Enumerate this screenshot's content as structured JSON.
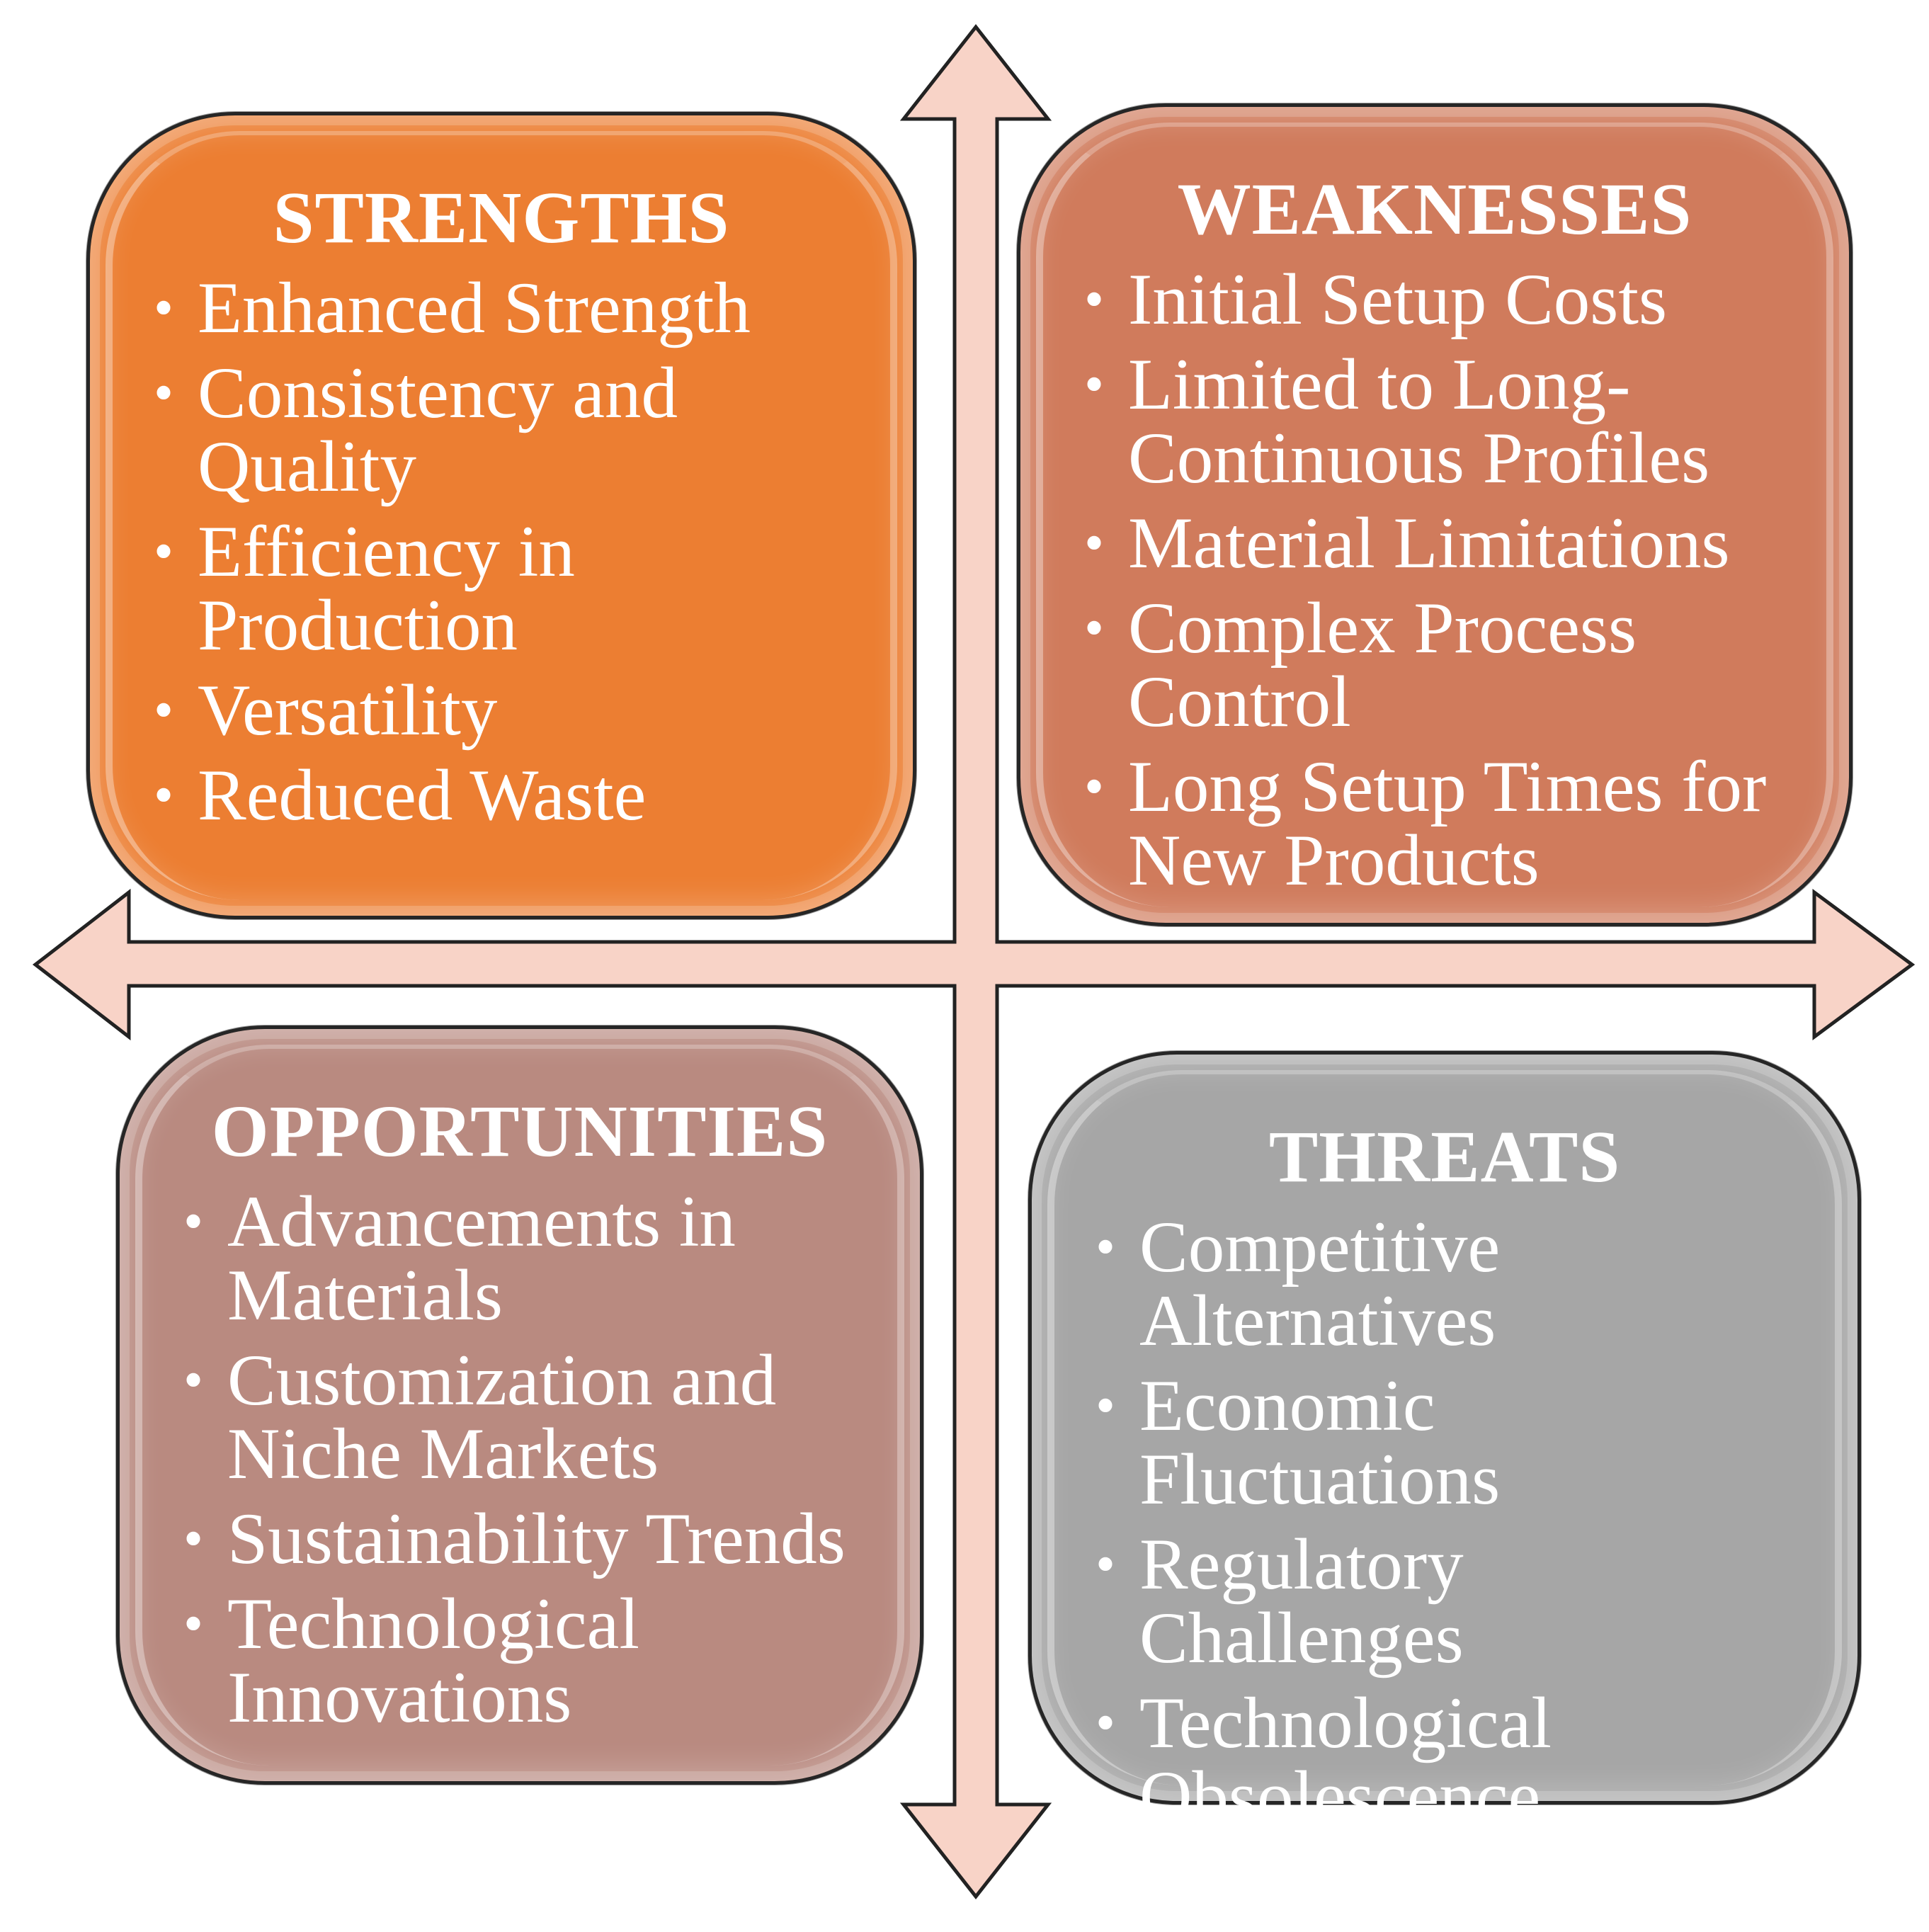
{
  "colors": {
    "arrow_fill": "#f8d3c7",
    "arrow_stroke": "#222222",
    "strengths": "#ec7e32",
    "weaknesses": "#d07b5c",
    "opportunities": "#b98a80",
    "threats": "#a6a6a6",
    "text": "#ffffff"
  },
  "quadrants": {
    "strengths": {
      "title": "STRENGTHS",
      "items": [
        "Enhanced Strength",
        "Consistency and Quality",
        "Efficiency in Production",
        "Versatility",
        "Reduced Waste"
      ]
    },
    "weaknesses": {
      "title": "WEAKNESSES",
      "items": [
        "Initial Setup Costs",
        "Limited to Long-Continuous Profiles",
        "Material Limitations",
        "Complex Process Control",
        "Long Setup Times for New Products"
      ]
    },
    "opportunities": {
      "title": "OPPORTUNITIES",
      "items": [
        "Advancements in Materials",
        "Customization and Niche Markets",
        "Sustainability Trends",
        "Technological Innovations"
      ]
    },
    "threats": {
      "title": "THREATS",
      "items": [
        "Competitive Alternatives",
        "Economic Fluctuations",
        "Regulatory Challenges",
        "Technological Obsolescence"
      ]
    }
  }
}
